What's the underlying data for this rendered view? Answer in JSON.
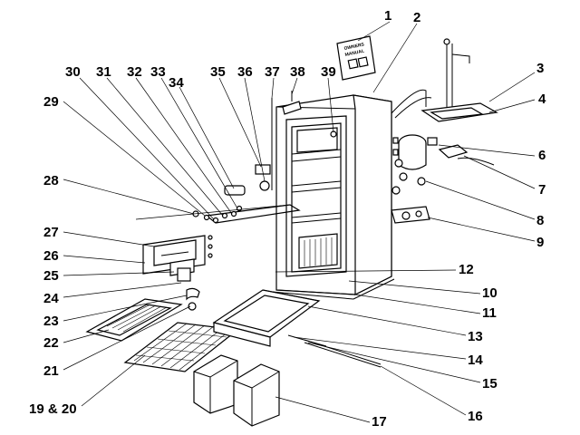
{
  "diagram": {
    "callouts": [
      {
        "id": "c1",
        "text": "1"
      },
      {
        "id": "c2",
        "text": "2"
      },
      {
        "id": "c3",
        "text": "3"
      },
      {
        "id": "c4",
        "text": "4"
      },
      {
        "id": "c6",
        "text": "6"
      },
      {
        "id": "c7",
        "text": "7"
      },
      {
        "id": "c8",
        "text": "8"
      },
      {
        "id": "c9",
        "text": "9"
      },
      {
        "id": "c10",
        "text": "10"
      },
      {
        "id": "c11",
        "text": "11"
      },
      {
        "id": "c12",
        "text": "12"
      },
      {
        "id": "c13",
        "text": "13"
      },
      {
        "id": "c14",
        "text": "14"
      },
      {
        "id": "c15",
        "text": "15"
      },
      {
        "id": "c16",
        "text": "16"
      },
      {
        "id": "c17",
        "text": "17"
      },
      {
        "id": "c1920",
        "text": "19 & 20"
      },
      {
        "id": "c21",
        "text": "21"
      },
      {
        "id": "c22",
        "text": "22"
      },
      {
        "id": "c23",
        "text": "23"
      },
      {
        "id": "c24",
        "text": "24"
      },
      {
        "id": "c25",
        "text": "25"
      },
      {
        "id": "c26",
        "text": "26"
      },
      {
        "id": "c27",
        "text": "27"
      },
      {
        "id": "c28",
        "text": "28"
      },
      {
        "id": "c29",
        "text": "29"
      },
      {
        "id": "c30",
        "text": "30"
      },
      {
        "id": "c31",
        "text": "31"
      },
      {
        "id": "c32",
        "text": "32"
      },
      {
        "id": "c33",
        "text": "33"
      },
      {
        "id": "c34",
        "text": "34"
      },
      {
        "id": "c35",
        "text": "35"
      },
      {
        "id": "c36",
        "text": "36"
      },
      {
        "id": "c37",
        "text": "37"
      },
      {
        "id": "c38",
        "text": "38"
      },
      {
        "id": "c39",
        "text": "39"
      }
    ],
    "manual": {
      "line1": "OWNERS",
      "line2": "MANUAL"
    }
  }
}
